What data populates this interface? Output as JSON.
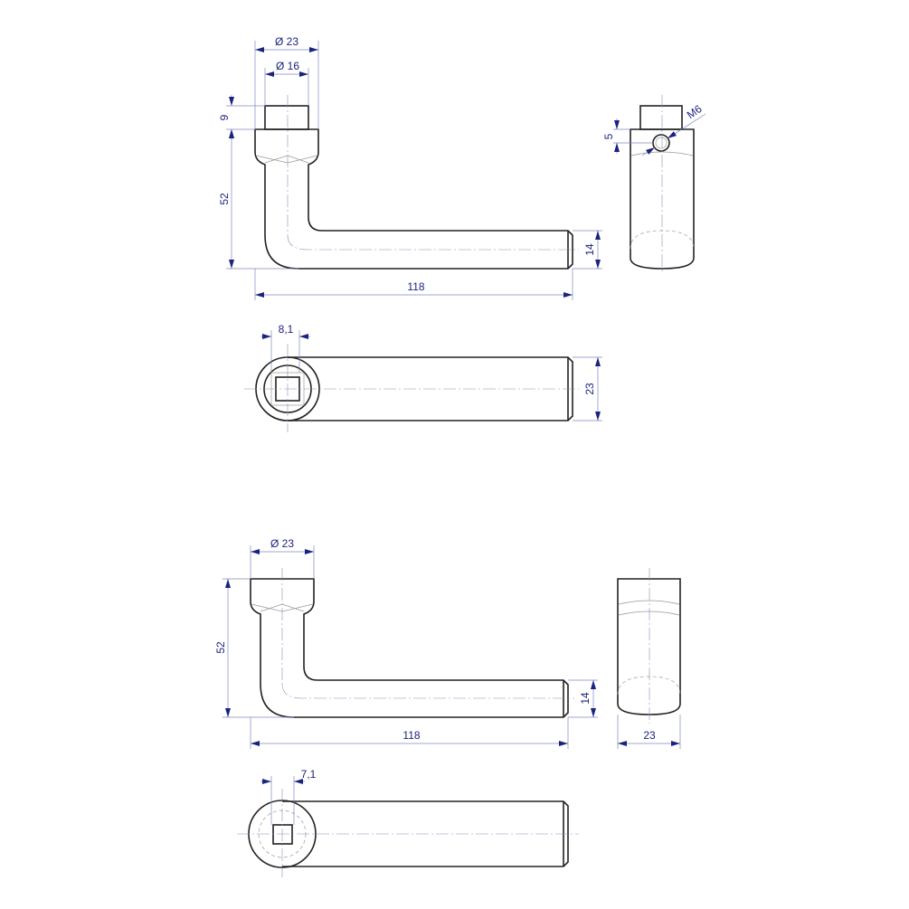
{
  "drawing_1": {
    "side_view": {
      "dia_collar": "Ø 23",
      "dia_pin": "Ø 16",
      "pin_height": "9",
      "height": "52",
      "bar_thickness": "14",
      "length": "118"
    },
    "end_view": {
      "thread": "M6",
      "thread_offset": "5"
    },
    "top_view": {
      "square": "8,1",
      "width": "23"
    }
  },
  "drawing_2": {
    "side_view": {
      "dia_collar": "Ø 23",
      "height": "52",
      "bar_thickness": "14",
      "length": "118"
    },
    "end_view": {
      "width": "23"
    },
    "top_view": {
      "square": "7,1"
    }
  }
}
